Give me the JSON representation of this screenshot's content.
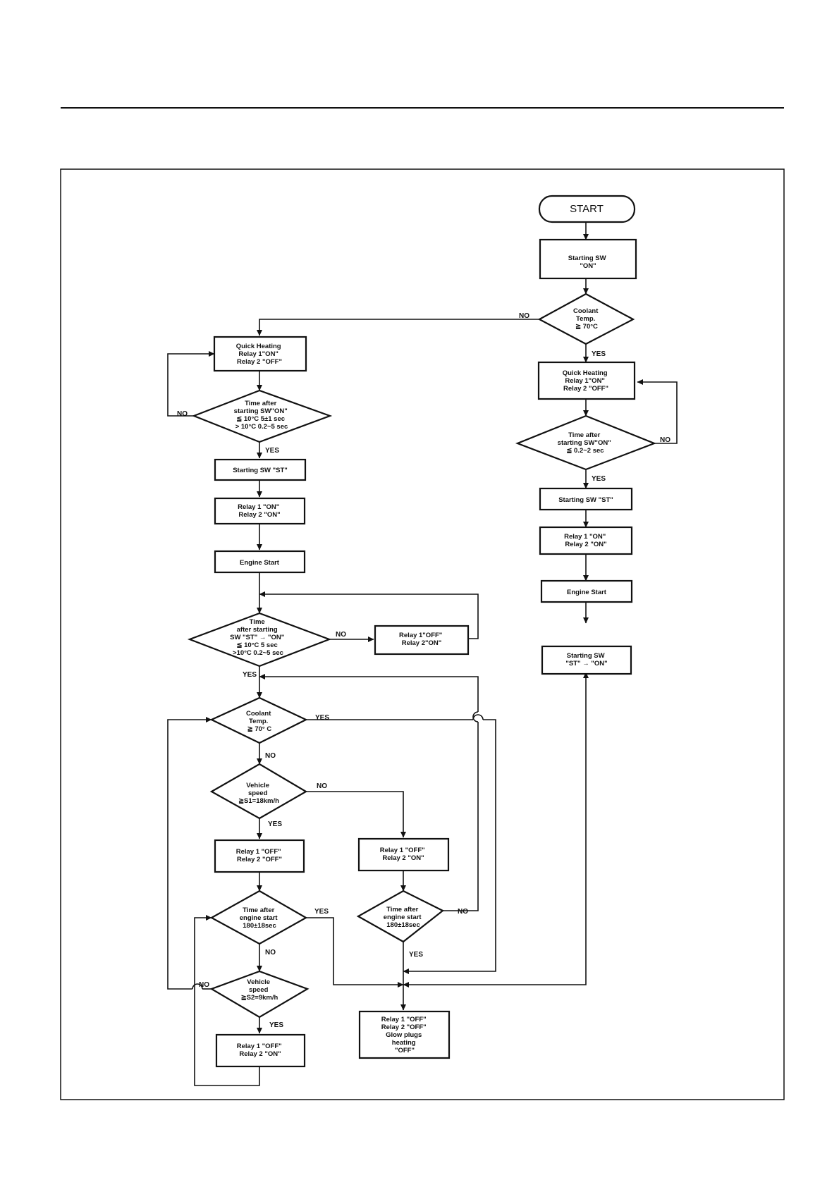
{
  "nodes": {
    "start": [
      "START"
    ],
    "r_sw_on": [
      "Starting SW",
      "\"ON\""
    ],
    "r_coolant": [
      "Coolant",
      "Temp.",
      "≧ 70°C"
    ],
    "r_quick": [
      "Quick Heating",
      "Relay 1\"ON\"",
      "Relay 2 \"OFF\""
    ],
    "r_time": [
      "Time after",
      "starting SW\"ON\"",
      "≦ 0.2~2 sec"
    ],
    "r_st": [
      "Starting SW \"ST\""
    ],
    "r_relay_on": [
      "Relay 1 \"ON\"",
      "Relay 2 \"ON\""
    ],
    "r_engine": [
      "Engine Start"
    ],
    "r_st_on": [
      "Starting SW",
      "\"ST\" → \"ON\""
    ],
    "l_quick": [
      "Quick Heating",
      "Relay 1\"ON\"",
      "Relay 2 \"OFF\""
    ],
    "l_time": [
      "Time after",
      "starting SW\"ON\"",
      "≦ 10°C 5±1 sec",
      "> 10°C 0.2~5 sec"
    ],
    "l_st": [
      "Starting SW \"ST\""
    ],
    "l_relay_on": [
      "Relay 1 \"ON\"",
      "Relay 2 \"ON\""
    ],
    "l_engine": [
      "Engine Start"
    ],
    "l_time2": [
      "Time",
      "after  starting",
      "SW \"ST\" → \"ON\"",
      "≦ 10°C 5 sec",
      ">10°C 0.2~5 sec"
    ],
    "l_relay_off_on": [
      "Relay 1\"OFF\"",
      "Relay 2\"ON\""
    ],
    "l_coolant": [
      "Coolant",
      "Temp.",
      "≧ 70° C"
    ],
    "l_speed1": [
      "Vehicle",
      "speed",
      "≧S1=18km/h"
    ],
    "l_off_off": [
      "Relay 1 \"OFF\"",
      "Relay 2 \"OFF\""
    ],
    "m_off_on": [
      "Relay 1 \"OFF\"",
      "Relay 2 \"ON\""
    ],
    "l_time3": [
      "Time after",
      "engine start",
      "180±18sec"
    ],
    "m_time": [
      "Time after",
      "engine start",
      "180±18sec"
    ],
    "l_speed2": [
      "Vehicle",
      "speed",
      "≧S2=9km/h"
    ],
    "l_off_on2": [
      "Relay 1 \"OFF\"",
      "Relay 2 \"ON\""
    ],
    "m_final": [
      "Relay 1 \"OFF\"",
      "Relay 2 \"OFF\"",
      "Glow plugs",
      "heating",
      "\"OFF\""
    ]
  },
  "labels": {
    "no_coolant_r": "NO",
    "yes_coolant_r": "YES",
    "no_time_r": "NO",
    "yes_time_r": "YES",
    "no_time_l": "NO",
    "yes_time_l": "YES",
    "no_time2": "NO",
    "yes_time2": "YES",
    "yes_coolant_l": "YES",
    "no_coolant_l": "NO",
    "no_speed1": "NO",
    "yes_speed1": "YES",
    "yes_time3": "YES",
    "no_time3": "NO",
    "no_mtime": "NO",
    "yes_mtime": "YES",
    "no_speed2": "NO",
    "yes_speed2": "YES"
  }
}
